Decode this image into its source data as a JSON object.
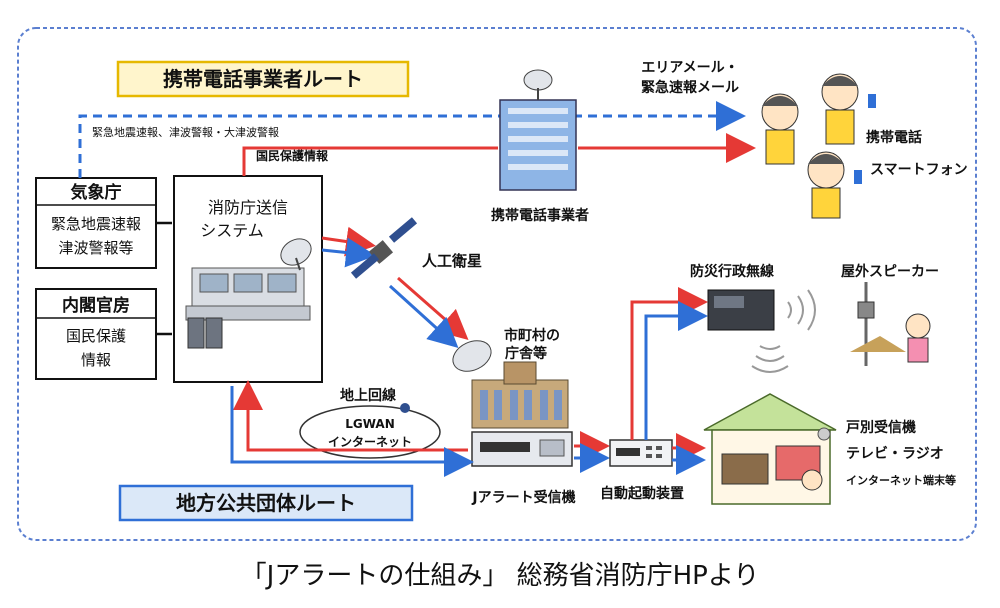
{
  "colors": {
    "red_route": "#e53935",
    "blue_route": "#2f6fd6",
    "mobile_banner_fill": "#fff5cc",
    "mobile_banner_border": "#e6b800",
    "local_banner_fill": "#dbe8f8",
    "local_banner_border": "#2f6fd6",
    "frame": "#5b7fd0"
  },
  "routes": {
    "mobile_route": "携帯電話事業者ルート",
    "local_route": "地方公共団体ルート"
  },
  "nodes": {
    "jma": {
      "title": "気象庁",
      "lines": [
        "緊急地震速報",
        "津波警報等"
      ]
    },
    "cabinet": {
      "title": "内閣官房",
      "lines": [
        "国民保護",
        "情報"
      ]
    },
    "fdma": {
      "lines": [
        "消防庁送信",
        "システム"
      ]
    },
    "carrier": "携帯電話事業者",
    "satellite": "人工衛星",
    "municipality": [
      "市町村の",
      "庁舎等"
    ],
    "lgwan": [
      "LGWAN",
      "インターネット"
    ],
    "ground_line": "地上回線",
    "jalert_receiver": "Jアラート受信機",
    "auto_start": "自動起動装置",
    "radio": "防災行政無線",
    "speaker": "屋外スピーカー",
    "phones": [
      "携帯電話",
      "スマートフォン"
    ],
    "house": [
      "戸別受信機",
      "テレビ・ラジオ",
      "インターネット端末等"
    ]
  },
  "flows": {
    "blue_top": "緊急地震速報、津波警報・大津波警報",
    "red_top": "国民保護情報",
    "area_mail": [
      "エリアメール・",
      "緊急速報メール"
    ]
  },
  "caption": "「Jアラートの仕組み」 総務省消防庁HPより"
}
